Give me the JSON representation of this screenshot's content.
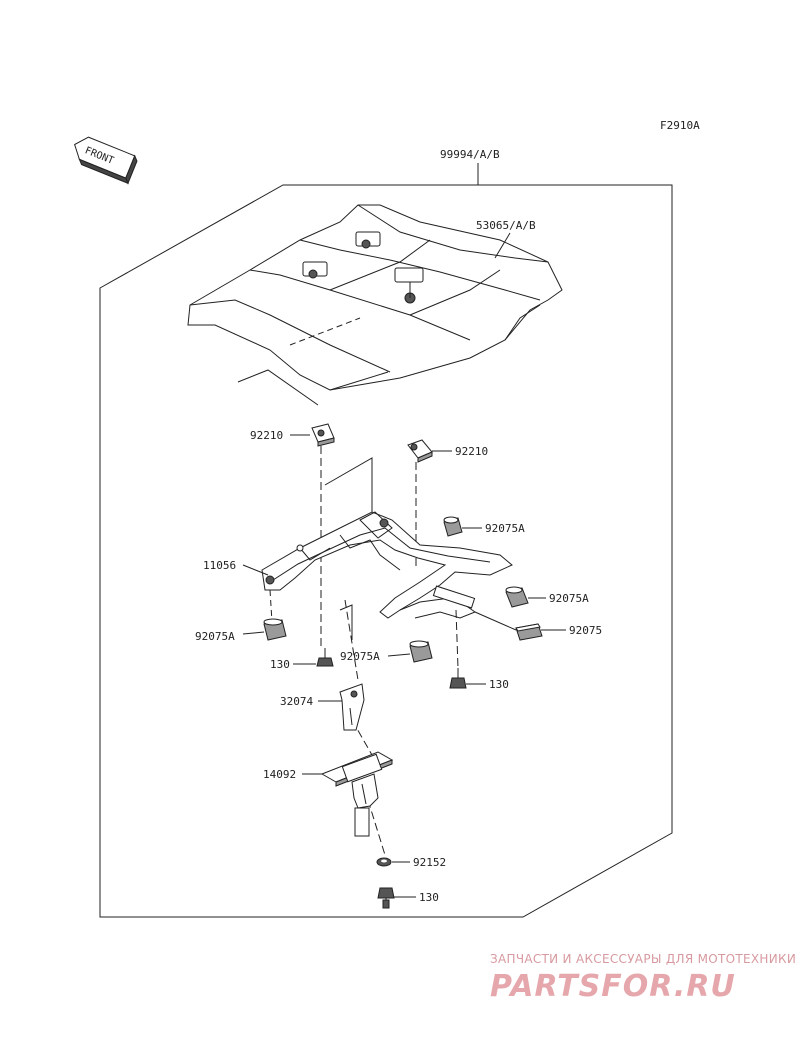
{
  "figure_code": "F2910A",
  "front_label": "FRONT",
  "assembly_number": "99994/A/B",
  "parts": {
    "seat_cover": "53065/A/B",
    "nut_left": "92210",
    "nut_right": "92210",
    "damper_upper_right": "92075A",
    "bracket": "11056",
    "damper_mid_right": "92075A",
    "damper_left": "92075A",
    "damper_small": "92075",
    "bolt_left": "130",
    "damper_center": "92075A",
    "bolt_right": "130",
    "plate": "32074",
    "lock": "14092",
    "washer": "92152",
    "bolt_bottom": "130"
  },
  "watermark": {
    "tagline": "ЗАПЧАСТИ И АКСЕССУАРЫ ДЛЯ МОТОТЕХНИКИ",
    "brand": "PARTSFOR.RU"
  }
}
